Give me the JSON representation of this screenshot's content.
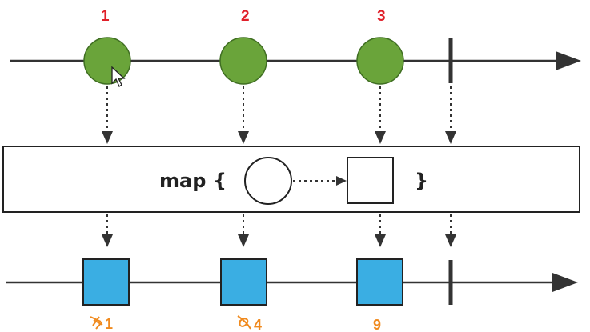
{
  "colors": {
    "line": "#333333",
    "input_circle_fill": "#6aa43a",
    "input_circle_stroke": "#3f6e22",
    "output_square_fill": "#3aaee3",
    "output_square_stroke": "#222222",
    "input_label": "#e0202a",
    "output_label": "#f08a1e",
    "box_stroke": "#222222"
  },
  "operator": {
    "keyword": "map",
    "open_brace": "{",
    "close_brace": "}"
  },
  "input_stream": {
    "items": [
      {
        "label": "1",
        "shape": "circle"
      },
      {
        "label": "2",
        "shape": "circle"
      },
      {
        "label": "3",
        "shape": "circle"
      }
    ],
    "completion": "vertical-bar"
  },
  "output_stream": {
    "items": [
      {
        "label": "1",
        "shape": "square",
        "note_icon": "scribble-icon"
      },
      {
        "label": "4",
        "shape": "square",
        "note_icon": "scribble-icon"
      },
      {
        "label": "9",
        "shape": "square"
      }
    ],
    "completion": "vertical-bar"
  },
  "cursor": {
    "icon": "mouse-pointer-icon"
  }
}
